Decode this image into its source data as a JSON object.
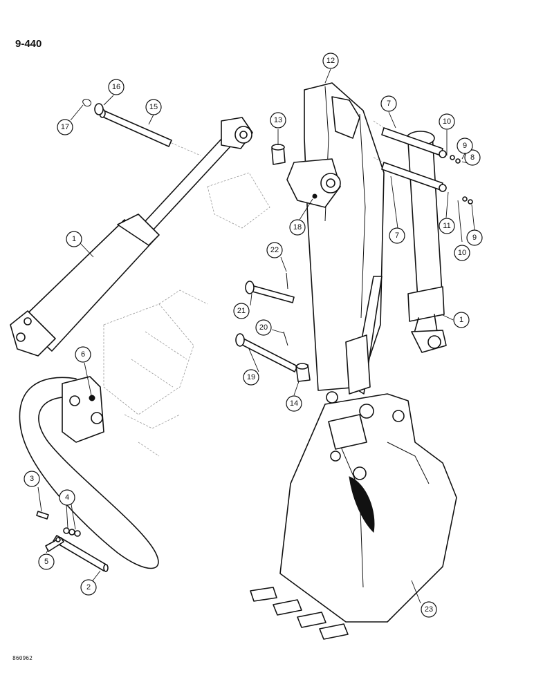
{
  "page_ref": "9-440",
  "figure_code": "860962",
  "callouts": [
    {
      "id": "c1a",
      "label": "1"
    },
    {
      "id": "c1b",
      "label": "1"
    },
    {
      "id": "c2",
      "label": "2"
    },
    {
      "id": "c3",
      "label": "3"
    },
    {
      "id": "c4",
      "label": "4"
    },
    {
      "id": "c5",
      "label": "5"
    },
    {
      "id": "c6",
      "label": "6"
    },
    {
      "id": "c7a",
      "label": "7"
    },
    {
      "id": "c7b",
      "label": "7"
    },
    {
      "id": "c8",
      "label": "8"
    },
    {
      "id": "c9a",
      "label": "9"
    },
    {
      "id": "c9b",
      "label": "9"
    },
    {
      "id": "c10a",
      "label": "10"
    },
    {
      "id": "c10b",
      "label": "10"
    },
    {
      "id": "c11",
      "label": "11"
    },
    {
      "id": "c12",
      "label": "12"
    },
    {
      "id": "c13",
      "label": "13"
    },
    {
      "id": "c14",
      "label": "14"
    },
    {
      "id": "c15",
      "label": "15"
    },
    {
      "id": "c16",
      "label": "16"
    },
    {
      "id": "c17",
      "label": "17"
    },
    {
      "id": "c18",
      "label": "18"
    },
    {
      "id": "c19",
      "label": "19"
    },
    {
      "id": "c20",
      "label": "20"
    },
    {
      "id": "c21",
      "label": "21"
    },
    {
      "id": "c22",
      "label": "22"
    },
    {
      "id": "c23",
      "label": "23"
    }
  ]
}
